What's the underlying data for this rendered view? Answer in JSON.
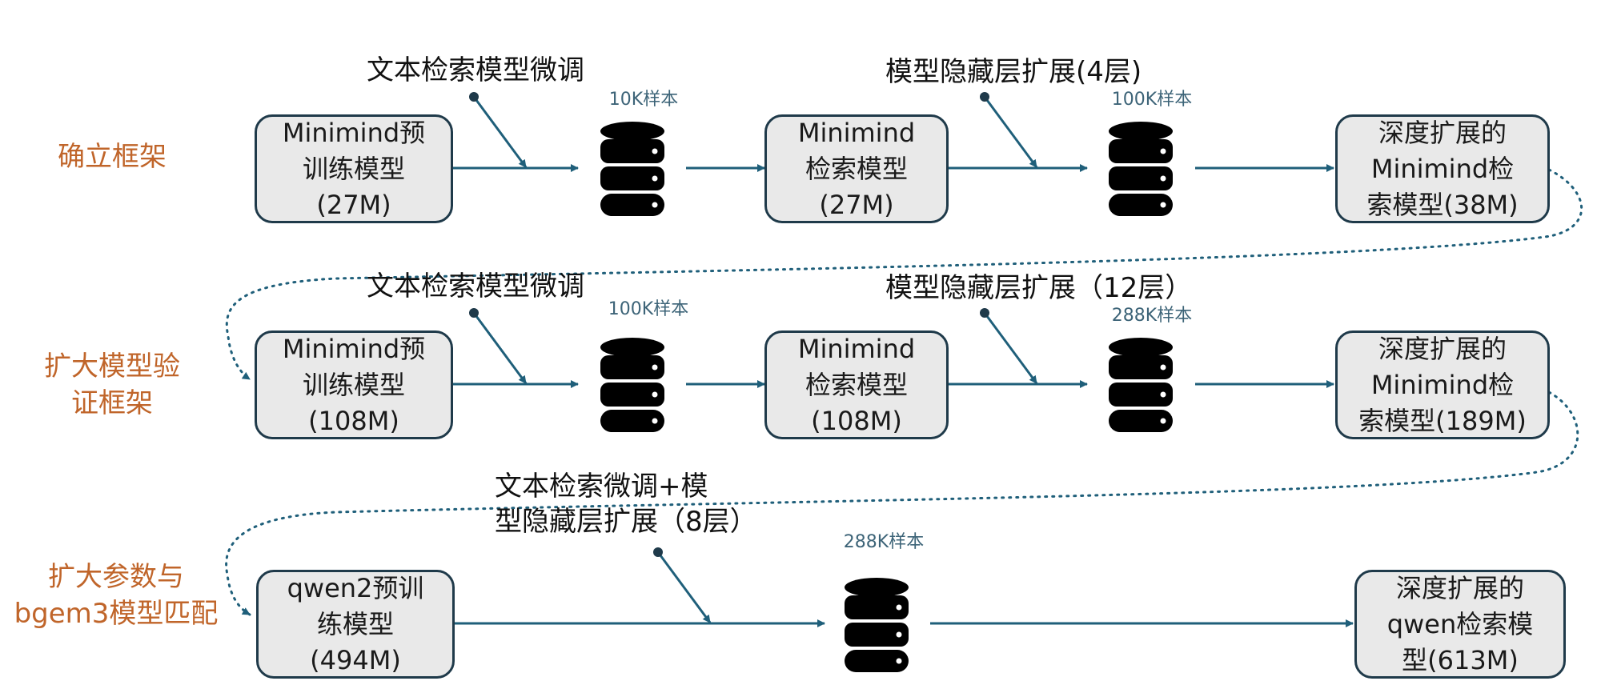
{
  "stages": [
    {
      "label": "确立框架",
      "models": [
        "Minimind预\n训练模型\n(27M)",
        "Minimind\n检索模型\n(27M)",
        "深度扩展的\nMinimind检\n索模型(38M)"
      ],
      "operations": [
        "文本检索模型微调",
        "模型隐藏层扩展(4层)"
      ],
      "samples": [
        "10K样本",
        "100K样本"
      ]
    },
    {
      "label": "扩大模型验\n证框架",
      "models": [
        "Minimind预\n训练模型\n(108M)",
        "Minimind\n检索模型\n(108M)",
        "深度扩展的\nMinimind检\n索模型(189M)"
      ],
      "operations": [
        "文本检索模型微调",
        "模型隐藏层扩展（12层）"
      ],
      "samples": [
        "100K样本",
        "288K样本"
      ]
    },
    {
      "label": "扩大参数与\nbgem3模型匹配",
      "models": [
        "qwen2预训\n练模型\n(494M)",
        "深度扩展的\nqwen检索模\n型(613M)"
      ],
      "operations": [
        "文本检索微调+模\n型隐藏层扩展（8层）"
      ],
      "samples": [
        "288K样本"
      ]
    }
  ],
  "colors": {
    "stage_label": "#c0652a",
    "arrow": "#1f5f7a",
    "box_fill": "#e9e9e9",
    "box_border": "#1f3a4a",
    "sample_text": "#3d6478",
    "database_icon": "#000000"
  },
  "icons": {
    "sample_store": "database-icon"
  }
}
